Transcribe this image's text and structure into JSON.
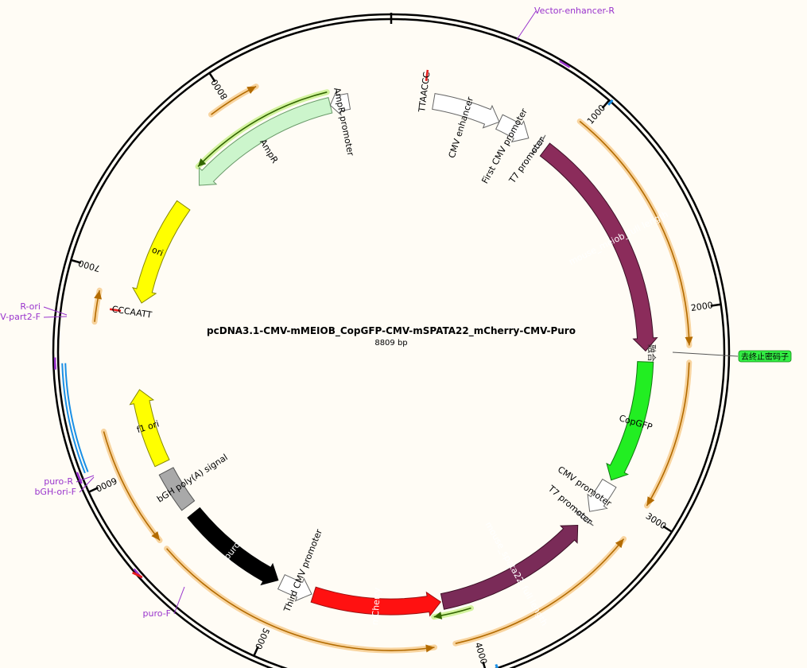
{
  "plasmid": {
    "name": "pcDNA3.1-CMV-mMEIOB_CopGFP-CMV-mSPATA22_mCherry-CMV-Puro",
    "length_label": "8809 bp",
    "length_bp": 8809
  },
  "ticks": [
    {
      "bp": 1000,
      "label": "1000"
    },
    {
      "bp": 2000,
      "label": "2000"
    },
    {
      "bp": 3000,
      "label": "3000"
    },
    {
      "bp": 4000,
      "label": "4000"
    },
    {
      "bp": 5000,
      "label": "5000"
    },
    {
      "bp": 6000,
      "label": "6000"
    },
    {
      "bp": 7000,
      "label": "7000"
    },
    {
      "bp": 8000,
      "label": "8000"
    }
  ],
  "features": [
    {
      "name": "CMV enhancer",
      "label": "CMV enhancer",
      "start": 235,
      "end": 615,
      "dir": 1,
      "kind": "white"
    },
    {
      "name": "First CMV promoter",
      "label": "First CMV promoter",
      "start": 615,
      "end": 800,
      "dir": 1,
      "kind": "white"
    },
    {
      "name": "T7 promoter 1",
      "label": "T7 promoter",
      "start": 855,
      "end": 875,
      "dir": 1,
      "kind": "white"
    },
    {
      "name": "mouse_meiob_full length",
      "label": "mouse_meiob_full length",
      "start": 910,
      "end": 2195,
      "dir": 1,
      "kind": "meiob"
    },
    {
      "name": "CopGFP",
      "label": "CopGFP",
      "start": 2255,
      "end": 2940,
      "dir": 1,
      "kind": "gfp"
    },
    {
      "name": "Second CMV promoter",
      "label": "CMV promoter",
      "start": 2960,
      "end": 3150,
      "dir": 1,
      "kind": "white"
    },
    {
      "name": "T7 promoter 2",
      "label": "T7 promoter",
      "start": 3185,
      "end": 3205,
      "dir": 1,
      "kind": "white"
    },
    {
      "name": "mouse_spata22_full length",
      "label": "mouse_spata22_full length",
      "start": 3250,
      "end": 4120,
      "dir": -1,
      "kind": "spata"
    },
    {
      "name": "mCherry",
      "label": "mCherry",
      "start": 4130,
      "end": 4840,
      "dir": -1,
      "kind": "cherry"
    },
    {
      "name": "Third CMV promoter",
      "label": "Third CMV promoter",
      "start": 4850,
      "end": 5030,
      "dir": -1,
      "kind": "white"
    },
    {
      "name": "puro",
      "label": "puro",
      "start": 5050,
      "end": 5650,
      "dir": -1,
      "kind": "black"
    },
    {
      "name": "bGH poly(A) signal",
      "label": "bGH poly(A) signal",
      "start": 5700,
      "end": 5925,
      "dir": 0,
      "kind": "grey"
    },
    {
      "name": "f1 ori",
      "label": "f1 ori",
      "start": 5975,
      "end": 6400,
      "dir": 1,
      "kind": "yellow"
    },
    {
      "name": "ori",
      "label": "ori",
      "start": 6880,
      "end": 7470,
      "dir": -1,
      "kind": "yellow"
    },
    {
      "name": "AmpR",
      "label": "AmpR",
      "start": 7610,
      "end": 8470,
      "dir": -1,
      "kind": "amp"
    },
    {
      "name": "AmpR promoter",
      "label": "AmpR promoter",
      "start": 8470,
      "end": 8575,
      "dir": -1,
      "kind": "white"
    }
  ],
  "sites": [
    {
      "name": "TTAACCC",
      "label": "TTAACCC",
      "bp": 180
    },
    {
      "name": "CCCAATT",
      "label": "CCCAATT",
      "bp": 6820
    }
  ],
  "annotations": {
    "fusion": "融合",
    "stop_codon": "去终止密码子"
  },
  "primers": [
    {
      "label": "Vector-enhancer-R",
      "bp": 760
    },
    {
      "label": "puro-F",
      "bp": 5600
    },
    {
      "label": "puro-R",
      "bp": 6070
    },
    {
      "label": "bGH-ori-F",
      "bp": 6070
    },
    {
      "label": "R-ori",
      "bp": 6560
    },
    {
      "label": "V-part2-F",
      "bp": 6560
    }
  ],
  "colors": {
    "background": "#fffcf5",
    "meiob": "#8b2c5b",
    "spata": "#7a2b58",
    "gfp": "#22ee22",
    "cherry": "#ff1111",
    "puro": "#000000",
    "ori": "#ffff00",
    "amp": "#ccf5cc",
    "amp_orf": "#336600",
    "orf": "#b36b00",
    "primer": "#9933cc",
    "label_primer": "#9933cc",
    "coverage": "#1a8fe6",
    "stop_badge": "#33ee44"
  }
}
